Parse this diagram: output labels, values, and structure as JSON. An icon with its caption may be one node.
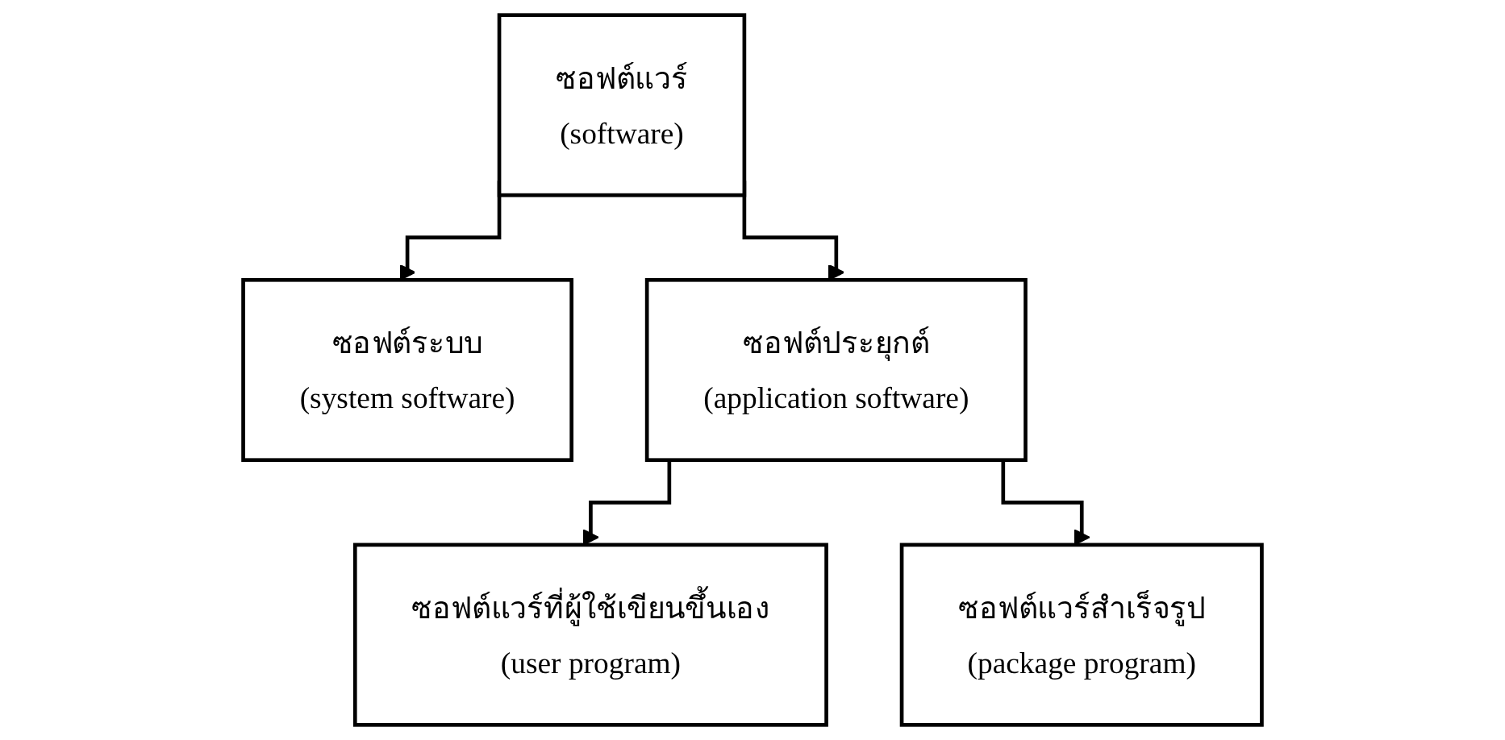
{
  "diagram": {
    "nodes": [
      {
        "text": [
          "ซอฟต์แวร์",
          "(software)"
        ]
      },
      {
        "text": [
          "ซอฟต์ระบบ",
          "(system software)"
        ]
      },
      {
        "text": [
          "ซอฟต์ประยุกต์",
          "(application software)"
        ]
      },
      {
        "text": [
          "ซอฟต์แวร์ที่ผู้ใช้เขียนขึ้นเอง",
          "(user program)"
        ]
      },
      {
        "text": [
          "ซอฟต์แวร์สำเร็จรูป",
          "(package program)"
        ]
      }
    ],
    "edges": [
      {
        "from": 0,
        "to": 1,
        "arrow": "to"
      },
      {
        "from": 0,
        "to": 2,
        "arrow": "to"
      },
      {
        "from": 2,
        "to": 3,
        "arrow": "to"
      },
      {
        "from": 2,
        "to": 4,
        "arrow": "to"
      }
    ]
  }
}
